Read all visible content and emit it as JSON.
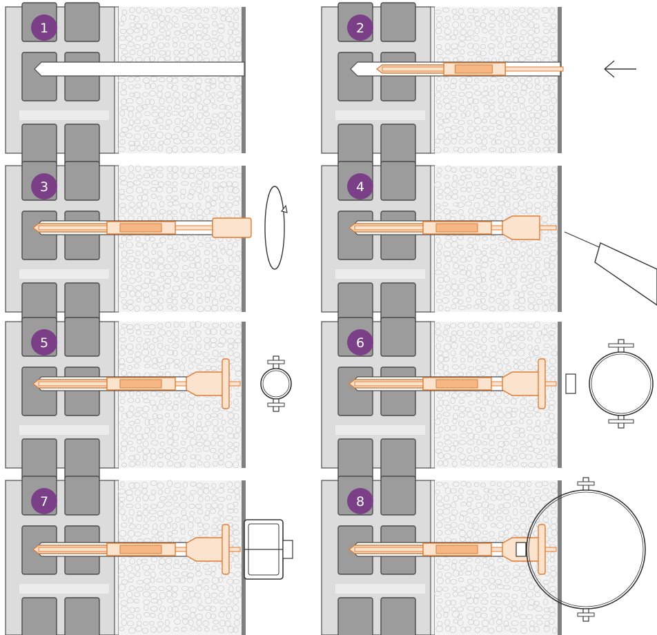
{
  "colors": {
    "block": "#dcdcdc",
    "cell": "#9c9c9c",
    "mortar": "#ececec",
    "outline": "#4a4a4a",
    "foam": "#f3f3f3",
    "edge": "#808080",
    "anchor": "#e07a32",
    "anchor_light": "#fbe3cd",
    "badge": "#7a3f86"
  },
  "steps": [
    {
      "number": "1",
      "action": "drill",
      "tool_icon": null
    },
    {
      "number": "2",
      "action": "insert-anchor",
      "tool_icon": "arrow-left-icon"
    },
    {
      "number": "3",
      "action": "rotate-setting-tool",
      "tool_icon": "rotate-arrow-icon"
    },
    {
      "number": "4",
      "action": "inject-sealant",
      "tool_icon": "sealant-cartridge-icon"
    },
    {
      "number": "5",
      "action": "mount-small-pipe-clamp",
      "tool_icon": "pipe-clamp-icon"
    },
    {
      "number": "6",
      "action": "mount-medium-pipe-clamp",
      "tool_icon": "pipe-clamp-icon"
    },
    {
      "number": "7",
      "action": "mount-rail-bracket",
      "tool_icon": "rail-bracket-icon"
    },
    {
      "number": "8",
      "action": "mount-large-pipe-clamp",
      "tool_icon": "pipe-clamp-icon"
    }
  ]
}
